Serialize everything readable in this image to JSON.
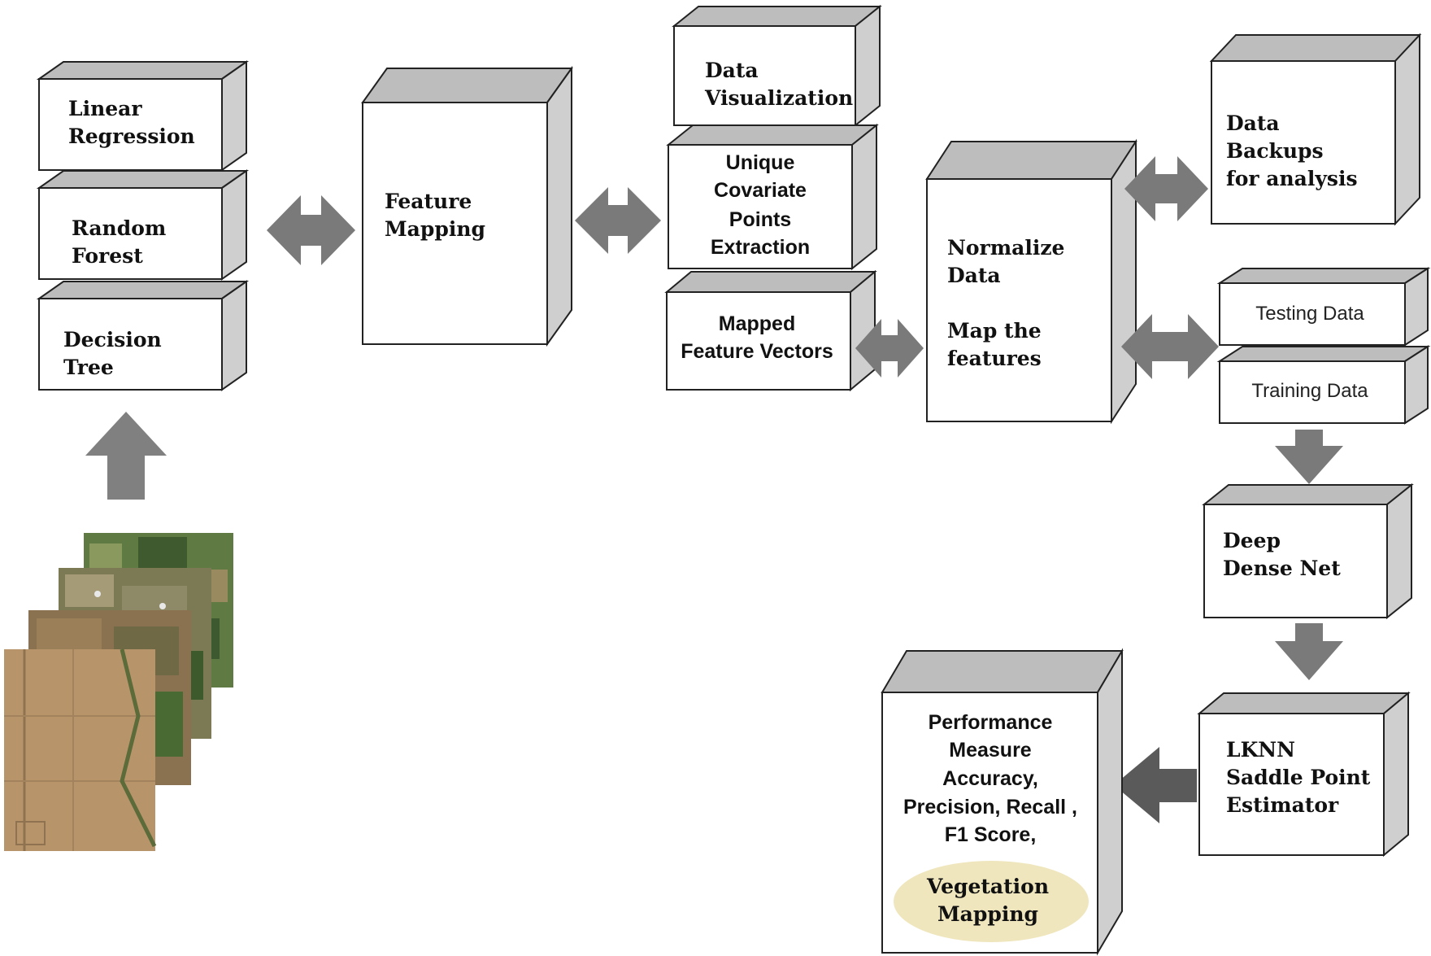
{
  "nodes": {
    "linear_regression": [
      "Linear",
      "Regression"
    ],
    "random_forest": [
      "Random",
      "Forest"
    ],
    "decision_tree": [
      "Decision",
      "Tree"
    ],
    "feature_mapping": [
      "Feature",
      "Mapping"
    ],
    "data_visualization": [
      "Data",
      "Visualization"
    ],
    "unique_covariate": [
      "Unique",
      "Covariate",
      "Points",
      "Extraction"
    ],
    "mapped_feature_vectors": [
      "Mapped",
      "Feature Vectors"
    ],
    "normalize_data": [
      "Normalize",
      "Data",
      "Map the",
      "features"
    ],
    "data_backups": [
      "Data",
      "Backups",
      "for analysis"
    ],
    "testing_data": "Testing Data",
    "training_data": "Training Data",
    "deep_dense_net": [
      "Deep",
      "Dense Net"
    ],
    "lknn": [
      "LKNN",
      "Saddle Point",
      "Estimator"
    ],
    "performance": [
      "Performance",
      "Measure",
      "Accuracy,",
      "Precision, Recall ,",
      "F1 Score,"
    ],
    "vegetation_mapping": [
      "Vegetation",
      "Mapping"
    ]
  },
  "colors": {
    "box_face": "#ffffff",
    "box_side": "#cfcfcf",
    "box_top": "#bdbdbd",
    "arrow": "#7a7a7a",
    "arrow_dark": "#5a5a5a",
    "ellipse": "#efe6bd",
    "satellite_soil": "#b8946a",
    "satellite_green": "#4f6b38"
  }
}
